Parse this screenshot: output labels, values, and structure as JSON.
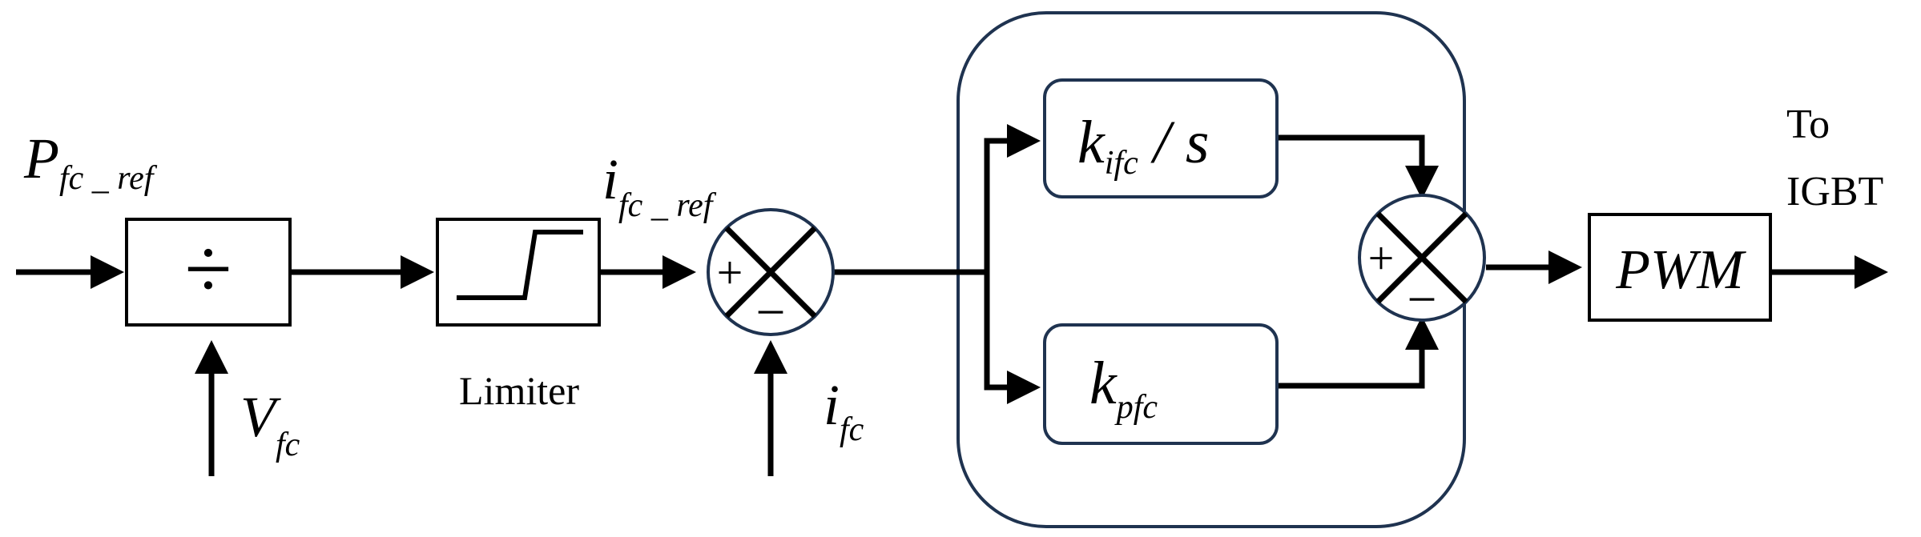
{
  "signals": {
    "power_ref": {
      "main": "P",
      "sub": "fc _ ref"
    },
    "voltage": {
      "main": "V",
      "sub": "fc"
    },
    "current_ref": {
      "main": "i",
      "sub": "fc _ ref"
    },
    "current": {
      "main": "i",
      "sub": "fc"
    },
    "output": {
      "line1": "To",
      "line2": "IGBT"
    }
  },
  "blocks": {
    "divider": {
      "symbol": "÷"
    },
    "limiter": {
      "label": "Limiter"
    },
    "integral_gain": {
      "main": "k",
      "sub": "ifc",
      "suffix": " / s"
    },
    "proportional_gain": {
      "main": "k",
      "sub": "pfc"
    },
    "pwm": {
      "label": "PWM"
    }
  },
  "sum_nodes": {
    "error_sum": {
      "plus": "+",
      "minus": "−"
    },
    "pi_sum": {
      "plus": "+",
      "minus": "−"
    }
  }
}
